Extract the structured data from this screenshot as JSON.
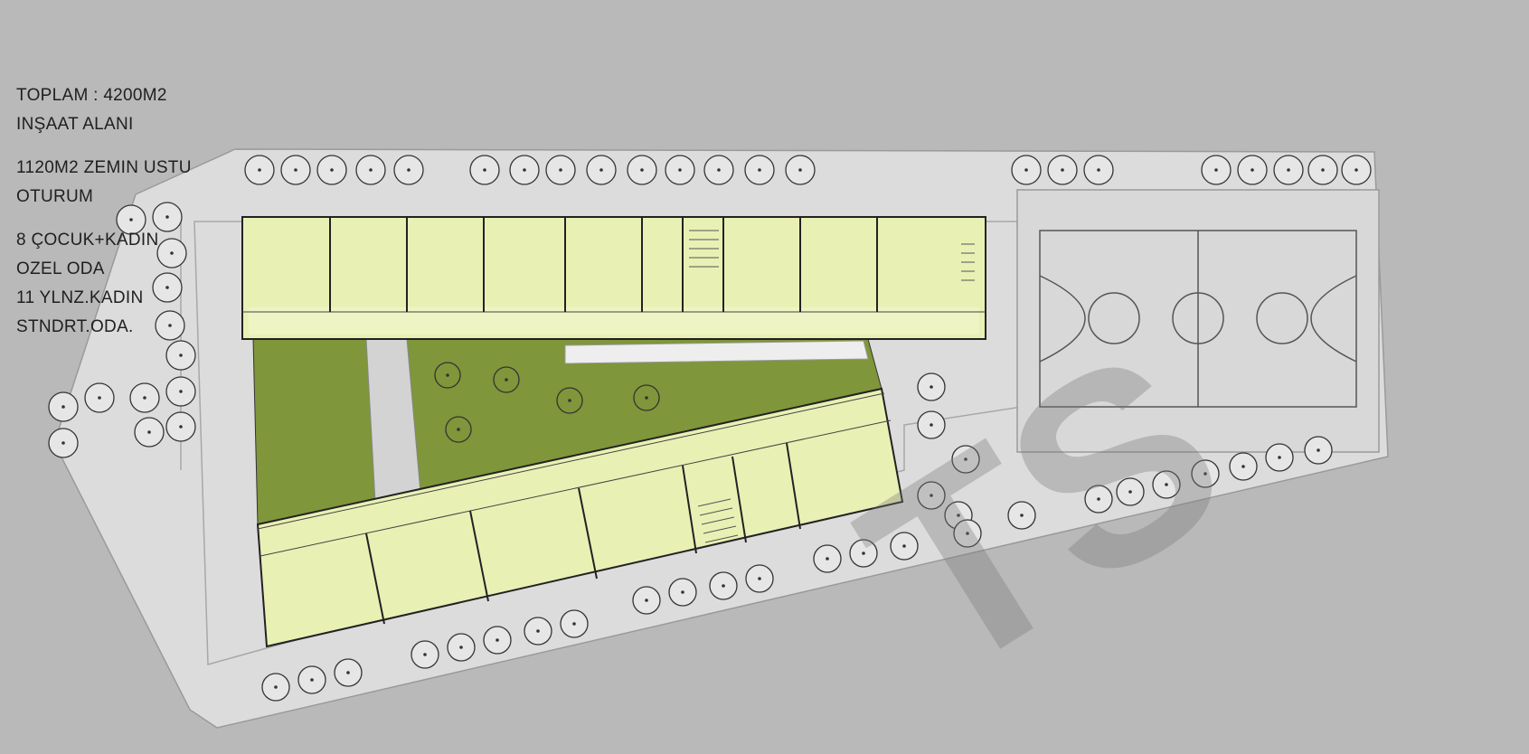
{
  "notes": {
    "total_area": "TOPLAM : 4200M2",
    "construction_area": "INŞAAT ALANI",
    "ground_area_1": "1120M2 ZEMIN USTU",
    "ground_area_2": "OTURUM",
    "rooms_1": "8 ÇOCUK+KADIN",
    "rooms_2": "OZEL ODA",
    "rooms_3": "11 YLNZ.KADIN",
    "rooms_4": "STNDRT.ODA."
  },
  "watermark": "TS",
  "colors": {
    "background": "#b9b9b9",
    "site": "#dcdcdc",
    "building": "#e9f0b4",
    "garden": "#7f963a",
    "line": "#222222",
    "tree_fill": "#e6e6e6"
  }
}
